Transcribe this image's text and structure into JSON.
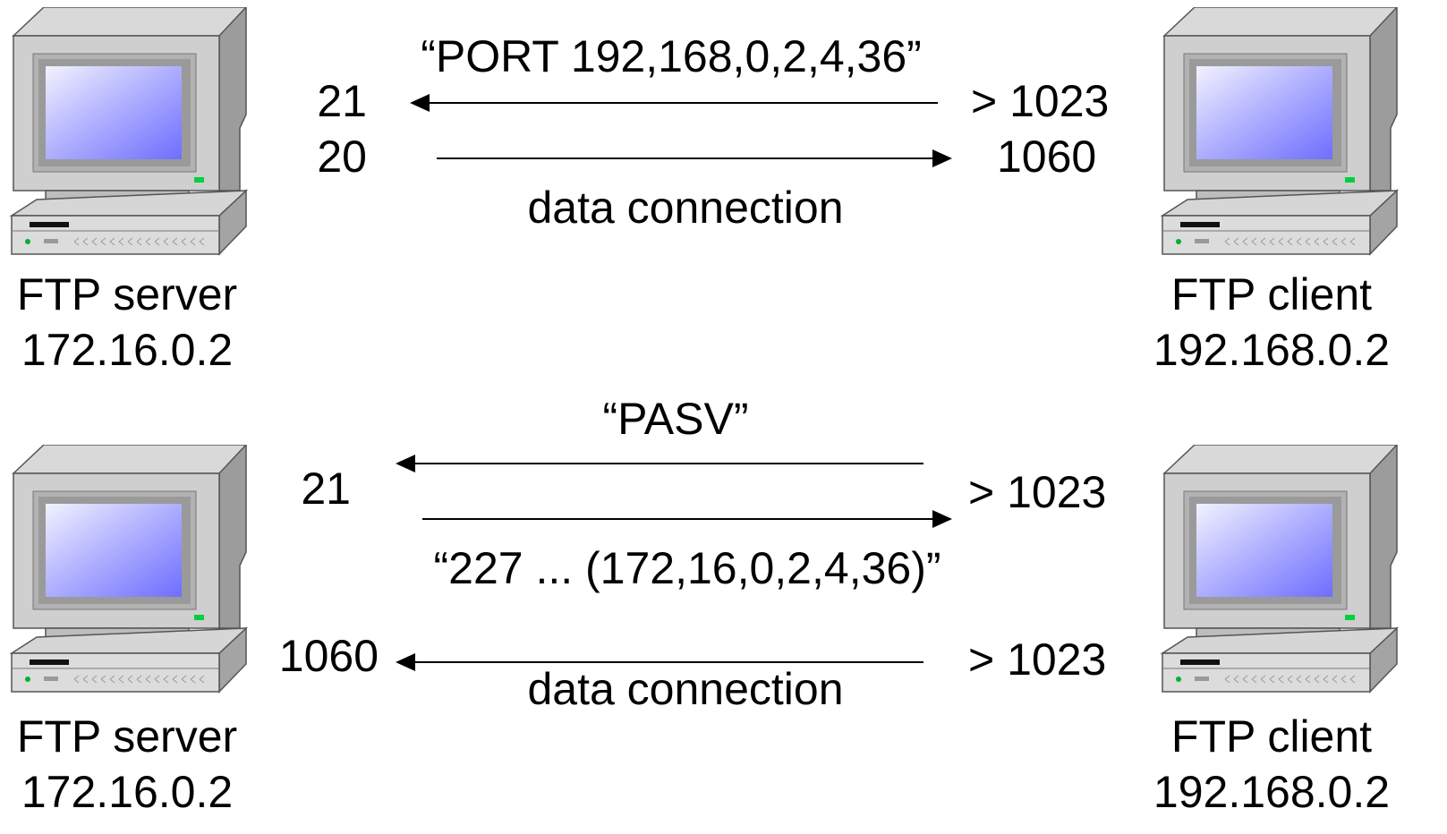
{
  "active_mode": {
    "command": "“PORT 192,168,0,2,4,36”",
    "server_control_port": "21",
    "server_data_port": "20",
    "client_control_port": "> 1023",
    "client_data_port": "1060",
    "data_caption": "data connection",
    "server": {
      "name": "FTP server",
      "ip": "172.16.0.2"
    },
    "client": {
      "name": "FTP client",
      "ip": "192.168.0.2"
    }
  },
  "passive_mode": {
    "command": "“PASV”",
    "reply": "“227 ... (172,16,0,2,4,36)”",
    "server_control_port": "21",
    "server_data_port": "1060",
    "client_control_port": "> 1023",
    "client_data_port": "> 1023",
    "data_caption": "data connection",
    "server": {
      "name": "FTP server",
      "ip": "172.16.0.2"
    },
    "client": {
      "name": "FTP client",
      "ip": "192.168.0.2"
    }
  },
  "icons": {
    "computer": "desktop-computer-icon"
  },
  "colors": {
    "screen_light": "#e8e8ff",
    "screen_dark": "#7a7aff",
    "case": "#c8c8c8",
    "case_side": "#a6a6a6",
    "power_led": "#00cc33",
    "arrow": "#000000"
  }
}
